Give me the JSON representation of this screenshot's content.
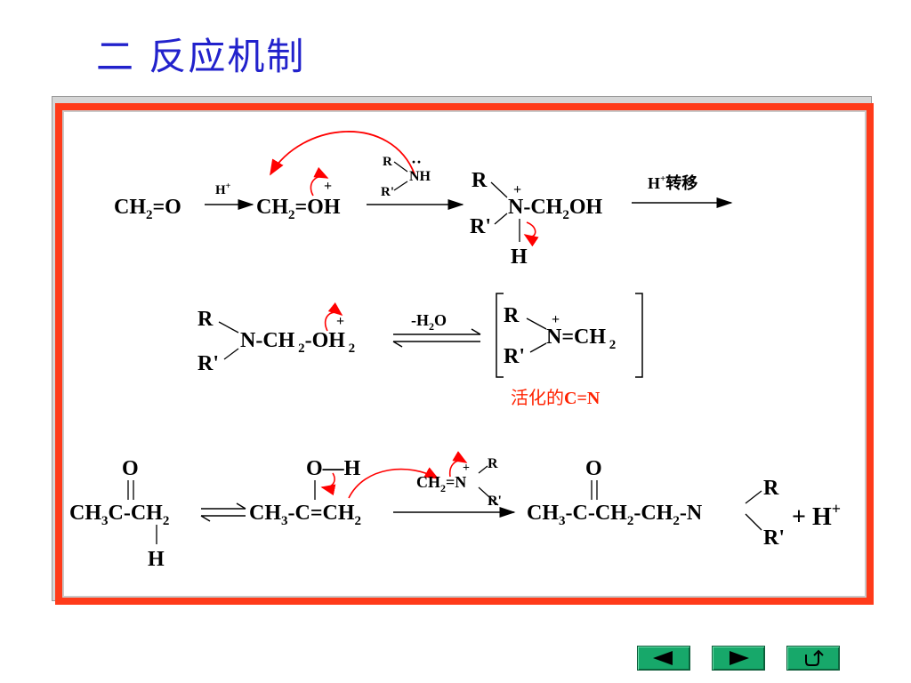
{
  "title": "二 反应机制",
  "reaction1": {
    "reactant": [
      "CH",
      "2",
      "=O"
    ],
    "catalyst": "H",
    "catalyst_sup": "+",
    "protonated": [
      "CH",
      "2",
      "=OH"
    ],
    "plus": "+",
    "amine_R": "R",
    "amine_NH": "NH",
    "amine_Rp": "R'",
    "lone_pair": "··",
    "intermediate_R": "R",
    "intermediate_Rp": "R'",
    "intermediate_N": "N",
    "intermediate_chain": [
      "-CH",
      "2",
      "OH"
    ],
    "intermediate_H": "H",
    "transfer_label": "转移",
    "transfer_H": "H",
    "transfer_sup": "+"
  },
  "reaction2": {
    "R": "R",
    "Rp": "R'",
    "chain": [
      "N-CH",
      " 2",
      "-OH",
      " 2"
    ],
    "plus": "+",
    "arrow_label": [
      "-H",
      "2",
      "O"
    ],
    "iminium_R": "R",
    "iminium_Rp": "R'",
    "iminium_N": "N=CH",
    "iminium_sub": " 2",
    "iminium_plus": "+",
    "activated_label": "活化的",
    "activated_label_bold": "C=N"
  },
  "reaction3": {
    "ketone_O": "O",
    "ketone_main": [
      "CH",
      "3",
      "C-CH",
      "2"
    ],
    "ketone_H": "H",
    "enol_OH": "O—H",
    "enol_main": [
      "CH",
      "3",
      "-C=CH",
      "2"
    ],
    "iminium": [
      "CH",
      "2",
      "=N"
    ],
    "iminium_R": "R",
    "iminium_Rp": "R'",
    "iminium_plus": "+",
    "product_O": "O",
    "product_main": [
      "CH",
      "3",
      "-C-CH",
      "2",
      "-CH",
      "2",
      "-N"
    ],
    "product_R": "R",
    "product_Rp": "R'",
    "product_plus": "+ H",
    "product_plus_sup": "+"
  },
  "nav": {
    "prev_icon": "triangle-left-icon",
    "next_icon": "triangle-right-icon",
    "return_icon": "return-icon",
    "color": "#17a86a"
  },
  "colors": {
    "title": "#2222cc",
    "border": "#ff3b1a",
    "arrow": "#ff0000"
  }
}
